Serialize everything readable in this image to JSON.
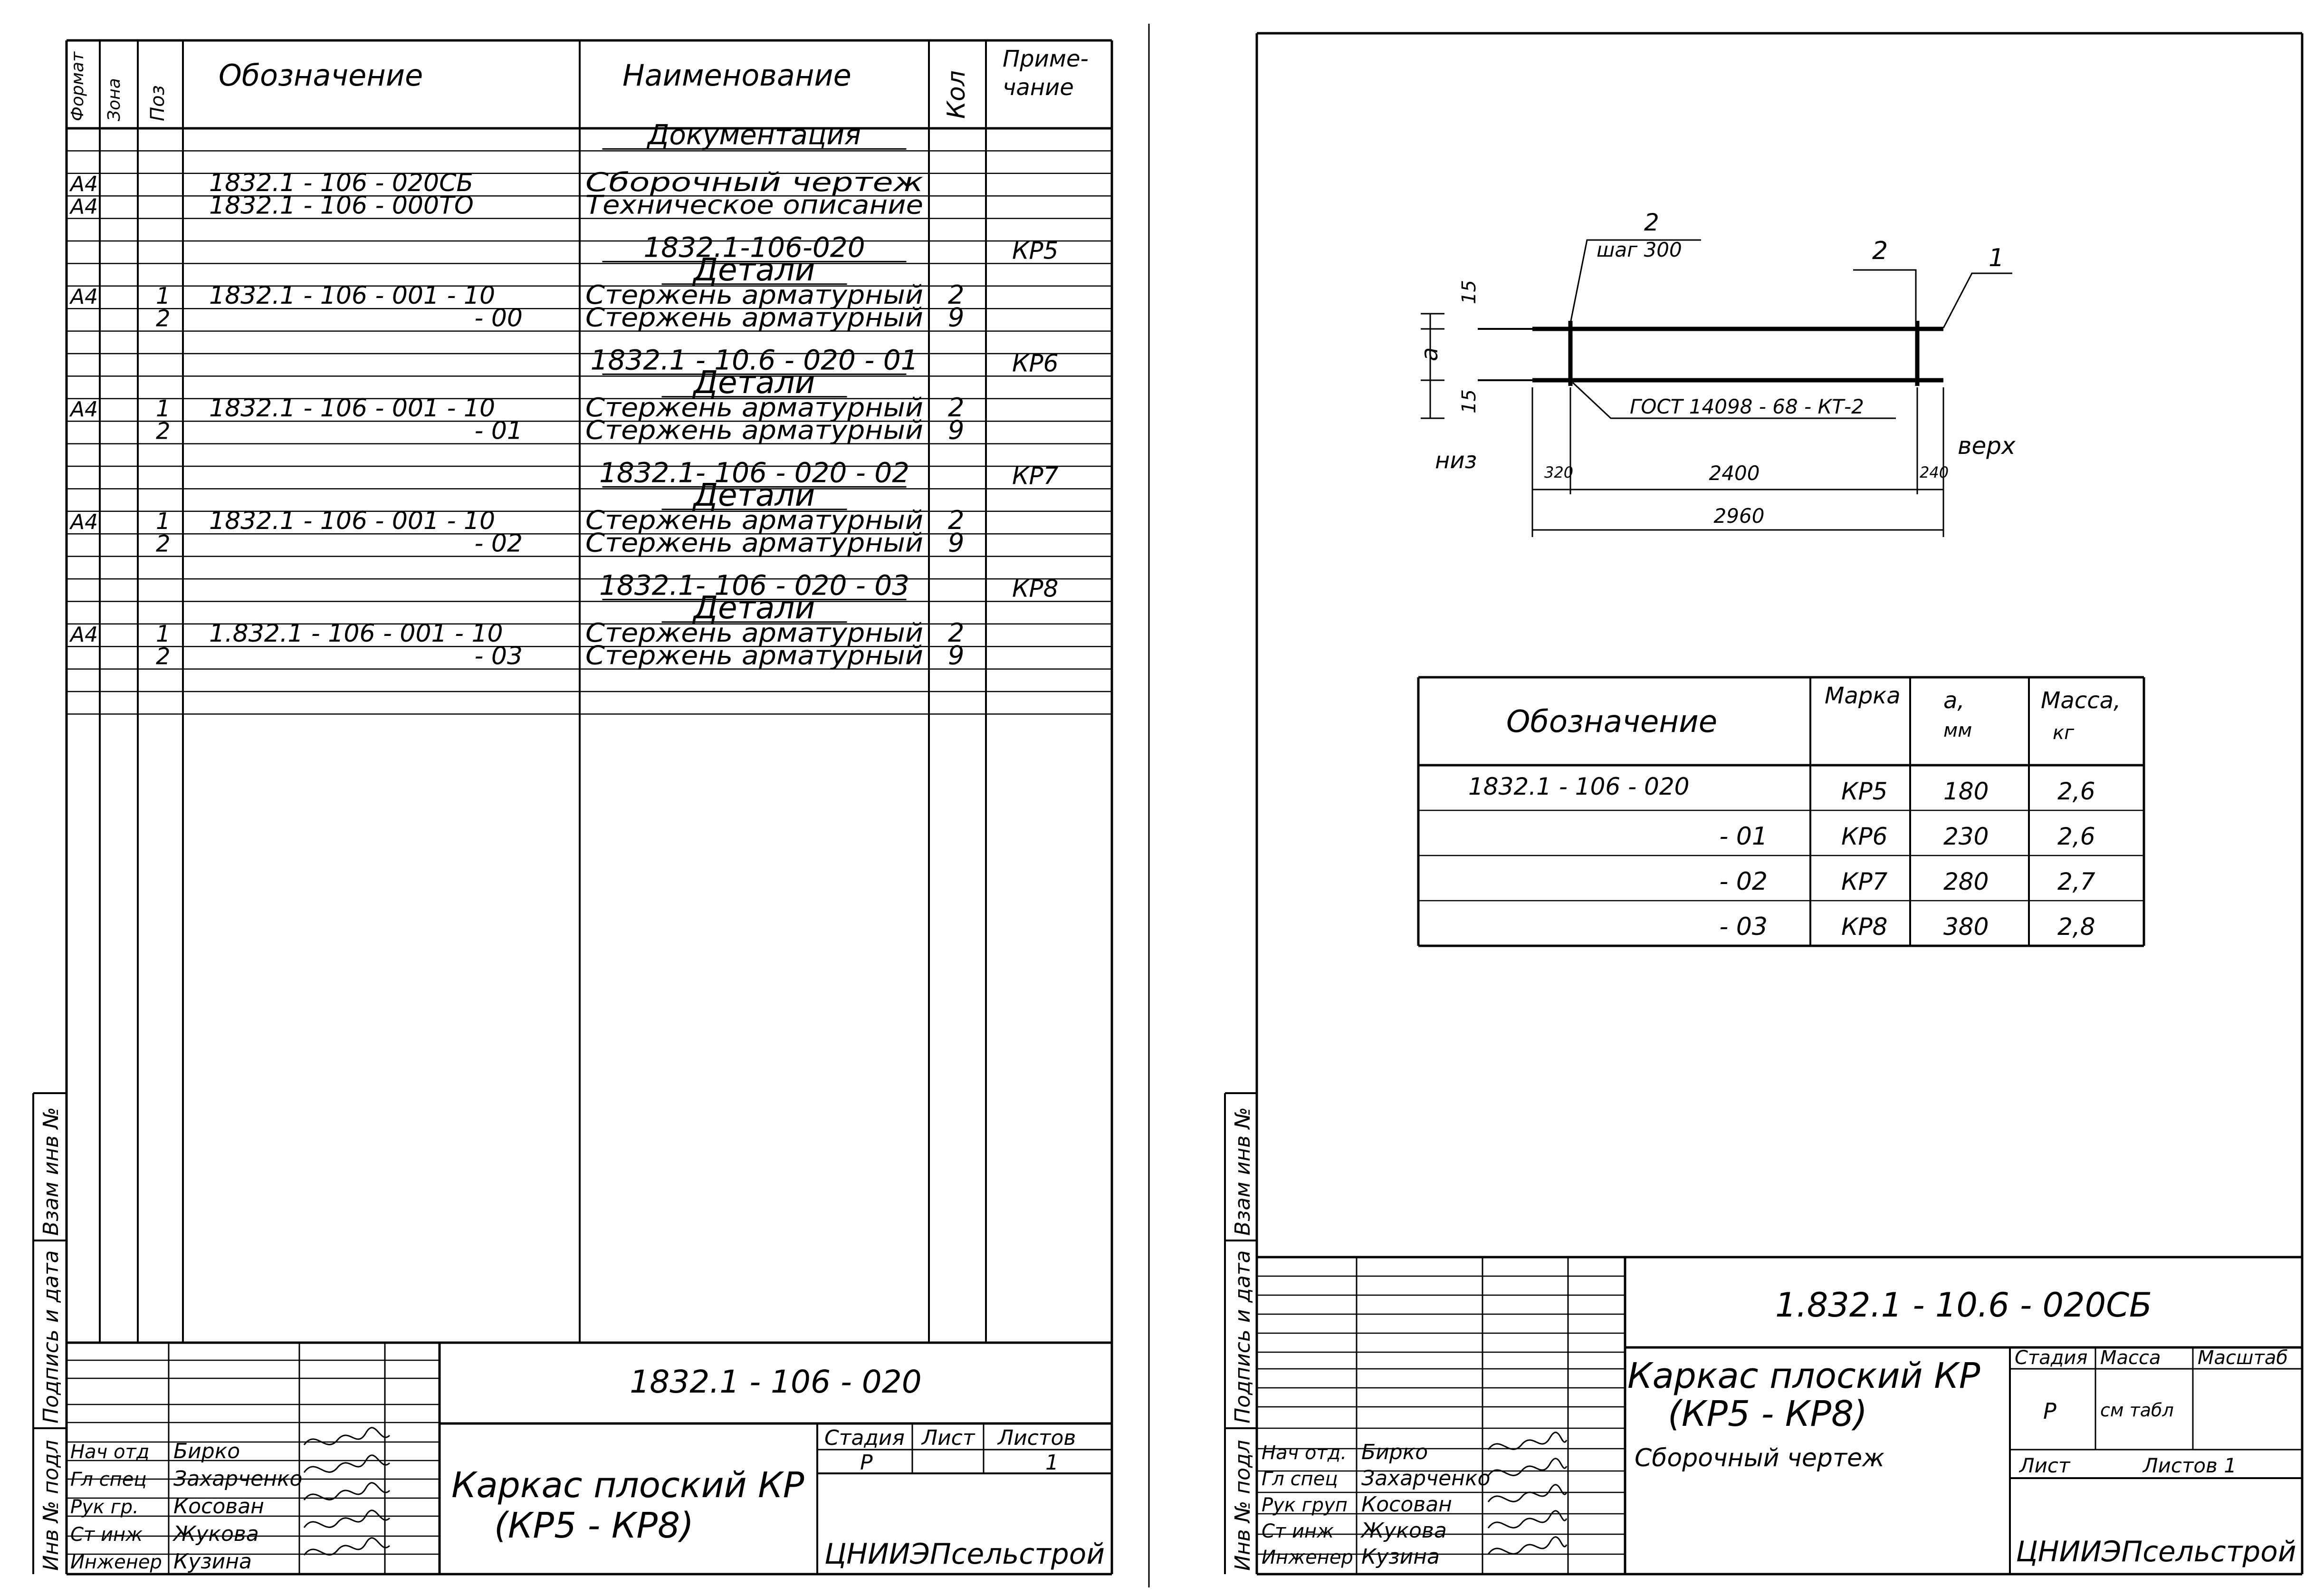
{
  "spec": {
    "headers": {
      "format": "Формат",
      "zone": "Зона",
      "pos": "Поз",
      "designation": "Обозначение",
      "name": "Наименование",
      "qty": "Кол",
      "note_line1": "Приме-",
      "note_line2": "чание"
    },
    "rows": [
      {
        "name": "Документация",
        "underline": true
      },
      {},
      {
        "format": "А4",
        "designation": "1832.1 - 106 - 020СБ",
        "name": "Сборочный  чертеж"
      },
      {
        "format": "А4",
        "designation": "1832.1  - 106 - 000ТО",
        "name": "Техническое описание"
      },
      {},
      {
        "name": "1832.1-106-020",
        "underline": true,
        "note": "КР5"
      },
      {
        "name": "Детали",
        "underline": true,
        "big": true
      },
      {
        "format": "А4",
        "pos": "1",
        "designation": "1832.1  - 106 - 001 - 10",
        "name": "Стержень арматурный",
        "qty": "2"
      },
      {
        "pos": "2",
        "designation": "- 00",
        "designation_right": true,
        "name": "Стержень арматурный",
        "qty": "9"
      },
      {},
      {
        "name": "1832.1 - 10.6 - 020 - 01",
        "underline": true,
        "note": "КР6"
      },
      {
        "name": "Детали",
        "underline": true,
        "big": true
      },
      {
        "format": "А4",
        "pos": "1",
        "designation": "1832.1 - 106 - 001 - 10",
        "name": "Стержень арматурный",
        "qty": "2"
      },
      {
        "pos": "2",
        "designation": "- 01",
        "designation_right": true,
        "name": "Стержень арматурный",
        "qty": "9"
      },
      {},
      {
        "name": "1832.1- 106 - 020 - 02",
        "underline": true,
        "note": "КР7"
      },
      {
        "name": "Детали",
        "underline": true,
        "big": true
      },
      {
        "format": "А4",
        "pos": "1",
        "designation": "1832.1 - 106 - 001 - 10",
        "name": "Стержень арматурный",
        "qty": "2"
      },
      {
        "pos": "2",
        "designation": "- 02",
        "designation_right": true,
        "name": "Стержень арматурный",
        "qty": "9"
      },
      {},
      {
        "name": "1832.1- 106 - 020 - 03",
        "underline": true,
        "note": "КР8"
      },
      {
        "name": "Детали",
        "underline": true,
        "big": true
      },
      {
        "format": "А4",
        "pos": "1",
        "designation": "1.832.1 - 106 -  001 - 10",
        "name": "Стержень арматурный",
        "qty": "2"
      },
      {
        "pos": "2",
        "designation": "- 03",
        "designation_right": true,
        "name": "Стержень арматурный",
        "qty": "9"
      },
      {},
      {}
    ]
  },
  "side_labels": [
    "Инв № подл",
    "Подпись и дата",
    "Взам инв №"
  ],
  "left_title_block": {
    "code": "1832.1 - 106 - 020",
    "title_line1": "Каркас плоский КР",
    "title_line2": "(КР5 - КР8)",
    "stage_label": "Стадия",
    "sheet_label": "Лист",
    "sheets_label": "Листов",
    "stage": "Р",
    "sheets": "1",
    "org": "ЦНИИЭПсельстрой",
    "roles": [
      {
        "role": "Нач отд",
        "name": "Бирко"
      },
      {
        "role": "Гл спец",
        "name": "Захарченко"
      },
      {
        "role": "Рук гр.",
        "name": "Косован"
      },
      {
        "role": "Ст инж",
        "name": "Жукова"
      },
      {
        "role": "Инженер",
        "name": "Кузина"
      }
    ]
  },
  "drawing": {
    "pos_label_top": "2",
    "step_label": "шаг 300",
    "pos_2": "2",
    "pos_1": "1",
    "dim_15_top": "15",
    "dim_a": "а",
    "dim_15_bot": "15",
    "weld_label": "ГОСТ 14098 - 68 - КТ-2",
    "bottom_label": "низ",
    "top_label": "верх",
    "dim_320": "320",
    "dim_2400": "2400",
    "dim_240": "240",
    "dim_2960": "2960"
  },
  "variants_table": {
    "headers": {
      "designation": "Обозначение",
      "mark": "Марка",
      "a_line1": "а,",
      "a_line2": "мм",
      "mass_line1": "Масса,",
      "mass_line2": "кг"
    },
    "rows": [
      {
        "designation": "1832.1 - 106 - 020",
        "mark": "КР5",
        "a": "180",
        "mass": "2,6"
      },
      {
        "designation": "- 01",
        "mark": "КР6",
        "a": "230",
        "mass": "2,6"
      },
      {
        "designation": "- 02",
        "mark": "КР7",
        "a": "280",
        "mass": "2,7"
      },
      {
        "designation": "- 03",
        "mark": "КР8",
        "a": "380",
        "mass": "2,8"
      }
    ]
  },
  "right_title_block": {
    "code": "1.832.1 - 10.6 - 020СБ",
    "title_line1": "Каркас плоский КР",
    "title_line2": "(КР5 - КР8)",
    "subtitle": "Сборочный  чертеж",
    "stage_label": "Стадия",
    "mass_label": "Масса",
    "scale_label": "Масштаб",
    "stage": "Р",
    "mass_value": "см табл",
    "sheet_label": "Лист",
    "sheets_label": "Листов 1",
    "org": "ЦНИИЭПсельстрой",
    "roles": [
      {
        "role": "Нач отд.",
        "name": "Бирко"
      },
      {
        "role": "Гл спец",
        "name": "Захарченко"
      },
      {
        "role": "Рук груп",
        "name": "Косован"
      },
      {
        "role": "Ст инж",
        "name": "Жукова"
      },
      {
        "role": "Инженер",
        "name": "Кузина"
      }
    ]
  }
}
